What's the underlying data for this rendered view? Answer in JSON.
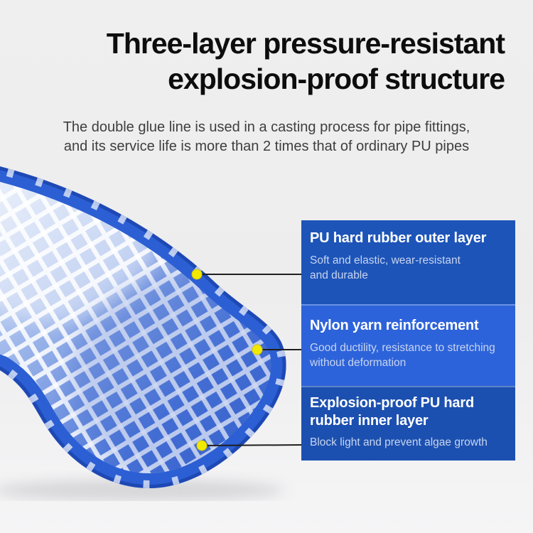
{
  "page": {
    "background": "#efefef",
    "text_primary": "#0d0d0d",
    "text_secondary": "#3e3e3e"
  },
  "header": {
    "title_lines": [
      "Three-layer pressure-resistant",
      "explosion-proof structure"
    ],
    "subtitle_lines": [
      "The double glue line is used in a casting process for pipe fittings,",
      "and its service life is more than 2 times that of ordinary PU pipes"
    ]
  },
  "callouts": [
    {
      "title_lines": [
        "PU hard rubber outer layer"
      ],
      "body_lines": [
        "Soft and elastic, wear-resistant",
        "and durable"
      ],
      "bg_color": "#1d54b8"
    },
    {
      "title_lines": [
        "Nylon yarn reinforcement"
      ],
      "body_lines": [
        "Good ductility, resistance to stretching",
        "without deformation"
      ],
      "bg_color": "#2d63da"
    },
    {
      "title_lines": [
        "Explosion-proof PU hard",
        "rubber inner layer"
      ],
      "body_lines": [
        "Block light and prevent algae growth"
      ],
      "bg_color": "#1c50b0"
    }
  ],
  "illustration": {
    "description": "Close-up photo of a cut blue PU hose end showing white nylon yarn mesh reinforcement inside",
    "colors": {
      "hose_rim": "#2c5fd4",
      "hose_rim_dark": "#1c44ab",
      "hose_face": "#4a74d8",
      "mesh": "#ffffff",
      "inner_band": "#d9e4f7",
      "anchor_dot": "#f2e900",
      "leader_line": "#1f1f1f"
    }
  }
}
